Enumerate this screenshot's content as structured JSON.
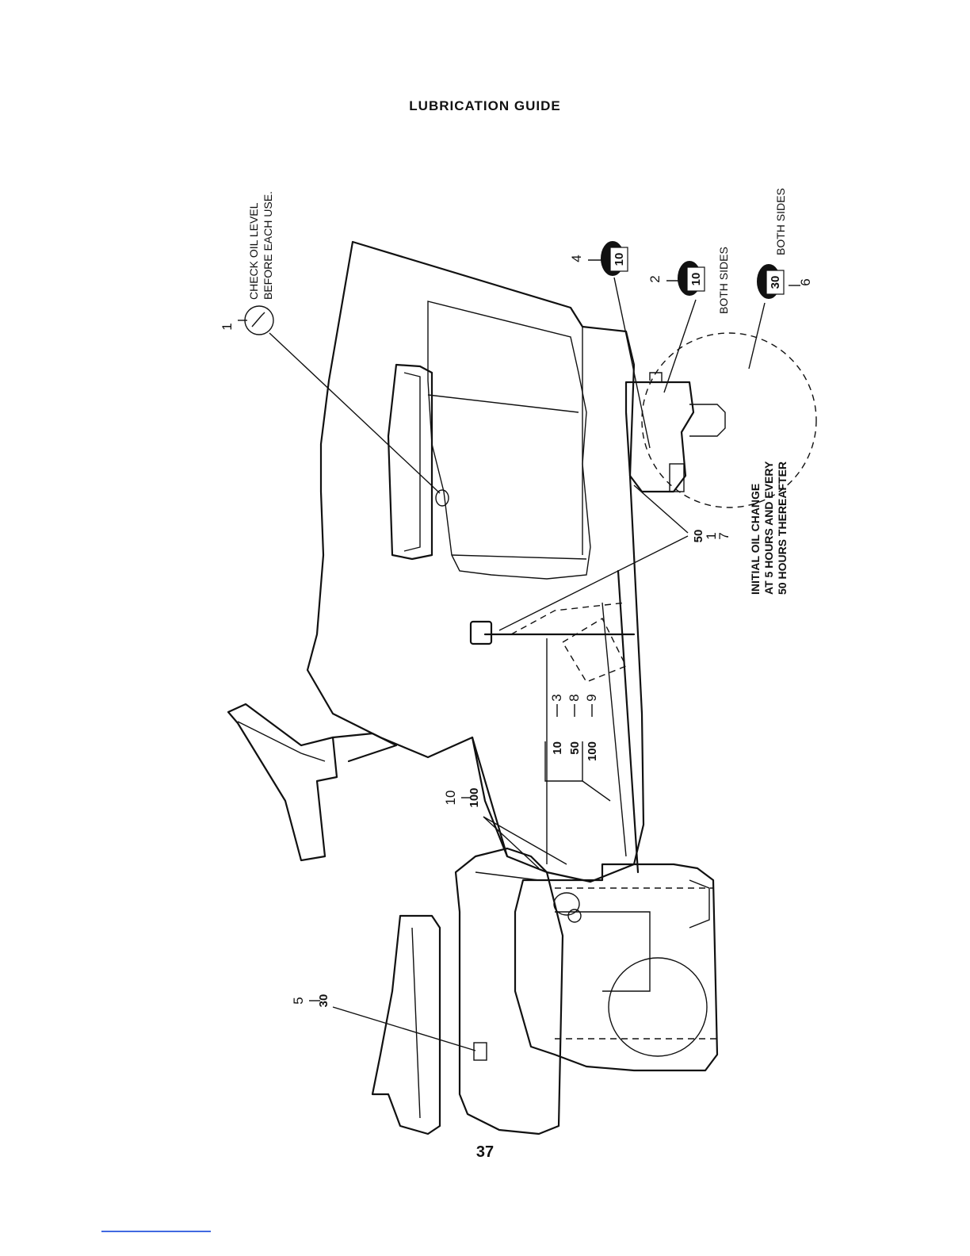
{
  "page": {
    "title": "LUBRICATION GUIDE",
    "page_number": "37"
  },
  "callouts": {
    "c1": {
      "number": "1",
      "note_line1": "CHECK OIL LEVEL",
      "note_line2": "BEFORE EACH USE."
    },
    "c2": {
      "number": "2",
      "code": "10",
      "note": "BOTH SIDES"
    },
    "c4": {
      "number": "4",
      "code": "10"
    },
    "c6": {
      "number": "6",
      "code": "30",
      "note": "BOTH SIDES"
    },
    "c5": {
      "number": "5",
      "code": "30"
    },
    "c10": {
      "number": "10",
      "code": "100"
    },
    "group_3_8_9": [
      {
        "code": "10",
        "number": "3"
      },
      {
        "code": "50",
        "number": "8"
      },
      {
        "code": "100",
        "number": "9"
      }
    ],
    "c7": {
      "number": "1",
      "code": "50",
      "sub_number": "7"
    },
    "oil_change": {
      "line1": "INITIAL OIL CHANGE",
      "line2": "AT 5 HOURS AND EVERY",
      "line3": "50 HOURS THEREAFTER"
    }
  },
  "icons": [
    "oil-can-icon",
    "dipstick-icon",
    "grease-gun-icon"
  ]
}
